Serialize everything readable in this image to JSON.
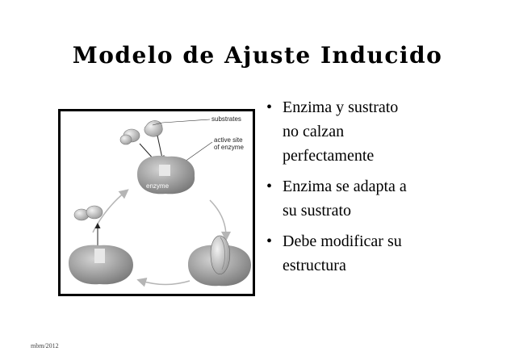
{
  "slide": {
    "title": "Modelo de Ajuste Inducido",
    "footer": "mbm/2012"
  },
  "figure": {
    "labels": {
      "substrates": "substrates",
      "active_site_line1": "active site",
      "active_site_line2": "of enzyme",
      "enzyme": "enzyme"
    }
  },
  "bullets": [
    {
      "lines": [
        "Enzima y sustrato",
        "no calzan",
        "perfectamente"
      ]
    },
    {
      "lines": [
        "Enzima se adapta a",
        "su sustrato"
      ]
    },
    {
      "lines": [
        "Debe modificar su",
        "estructura"
      ]
    }
  ],
  "colors": {
    "enzyme_fill": "#9a9a9a",
    "substrate_fill": "#cfcfcf",
    "arrow": "#b5b5b5"
  },
  "icons": {
    "bullet": "bullet-dot"
  }
}
